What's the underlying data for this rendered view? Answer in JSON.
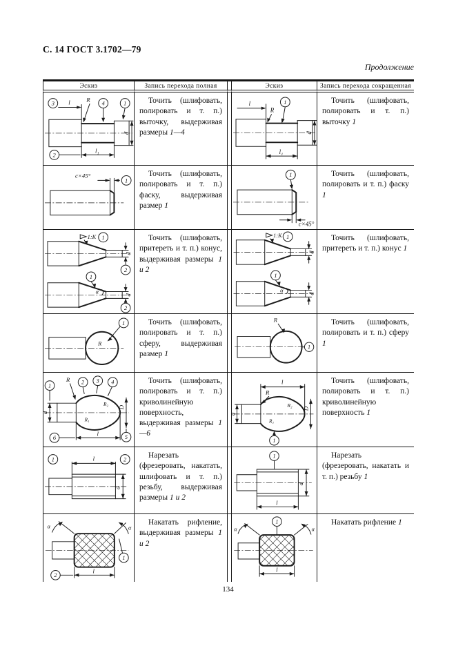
{
  "page": {
    "header": "С. 14 ГОСТ 3.1702—79",
    "continuation": "Продолжение",
    "number": "134"
  },
  "table": {
    "columns": [
      "Эскиз",
      "Запись перехода полная",
      "Эскиз",
      "Запись перехода сокращенная"
    ]
  },
  "rows": [
    {
      "full_body": "Точить (шлифовать, полировать и т. п.) выточку, выдерживая размеры",
      "full_dims": "1—4",
      "short_body": "Точить (шлифовать, полировать и т. п.) выточку",
      "short_dims": "1",
      "fs": {
        "c1": "1",
        "c2": "2",
        "c3": "3",
        "c4": "4",
        "l": "l",
        "l1": "l₁",
        "r": "R",
        "d": "d"
      },
      "ss": {
        "c1": "1",
        "l": "l",
        "l1": "l₁",
        "r": "R",
        "d": "d"
      }
    },
    {
      "full_body": "Точить (шлифовать, полировать и т. п.) фаску, выдерживая размер",
      "full_dims": "1",
      "short_body": "Точить (шлифовать, полировать и т. п.) фаску",
      "short_dims": "1",
      "fs": {
        "c1": "1",
        "c": "c×45°"
      },
      "ss": {
        "c1": "1",
        "c": "c×45°"
      }
    },
    {
      "full_body": "Точить (шлифовать, притереть и т. п.) конус, выдерживая размеры",
      "full_dims": "1 и 2",
      "short_body": "Точить (шлифовать, притереть и т. п.) конус",
      "short_dims": "1",
      "fs": {
        "c1": "1",
        "c2": "2",
        "taper": "1:K",
        "alpha": "α",
        "d": "d"
      },
      "ss": {
        "c1": "1",
        "taper": "1:K",
        "alpha": "α",
        "d": "d"
      }
    },
    {
      "full_body": "Точить (шлифовать, полировать и т. п.) сферу, выдерживая размер",
      "full_dims": "1",
      "short_body": "Точить (шлифовать, полировать и т. п.) сферу",
      "short_dims": "1",
      "fs": {
        "c1": "1",
        "r": "R"
      },
      "ss": {
        "c1": "1",
        "r": "R"
      }
    },
    {
      "full_body": "Точить (шлифовать, полировать и т. п.) криволинейную поверхность, выдерживая размеры",
      "full_dims": "1—6",
      "short_body": "Точить (шлифовать, полировать и т. п.) криволинейную поверхность",
      "short_dims": "1",
      "fs": {
        "c1": "1",
        "c2": "2",
        "c3": "3",
        "c4": "4",
        "c5": "5",
        "c6": "6",
        "d": "d",
        "D": "D",
        "l": "l",
        "r": "R",
        "r1": "R₁",
        "r2": "R₂"
      },
      "ss": {
        "c1": "1",
        "d": "d",
        "D": "D",
        "l": "l",
        "r": "R",
        "r1": "R₁",
        "r2": "R₂"
      }
    },
    {
      "full_body": "Нарезать (фрезеровать, накатать, шлифовать и т. п.) резьбу, выдерживая размеры",
      "full_dims": "1 и 2",
      "short_body": "Нарезать (фрезеровать, накатать и т. п.) резьбу",
      "short_dims": "1",
      "fs": {
        "c1": "1",
        "c2": "2",
        "l": "l",
        "d": "d"
      },
      "ss": {
        "c1": "1",
        "l": "l",
        "d": "d"
      }
    },
    {
      "full_body": "Накатать рифление, выдерживая размеры",
      "full_dims": "1 и 2",
      "short_body": "Накатать рифление",
      "short_dims": "1",
      "fs": {
        "c1": "1",
        "c2": "2",
        "l": "l",
        "alpha": "α"
      },
      "ss": {
        "c1": "1",
        "l": "l",
        "alpha": "α"
      }
    }
  ]
}
